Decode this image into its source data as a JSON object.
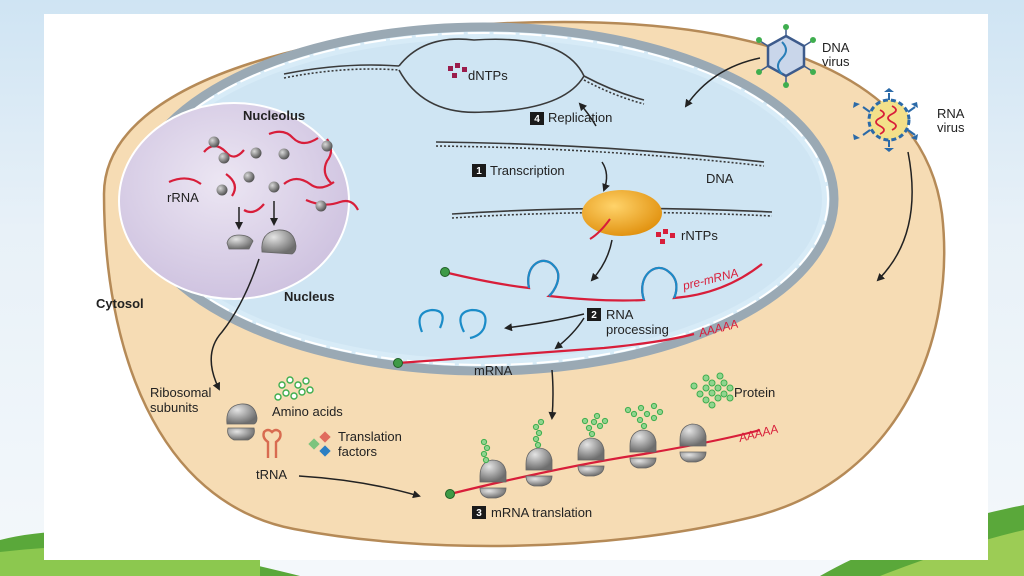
{
  "labels": {
    "nucleolus": "Nucleolus",
    "rrna": "rRNA",
    "nucleus": "Nucleus",
    "cytosol": "Cytosol",
    "dntps": "dNTPs",
    "replication": "Replication",
    "transcription": "Transcription",
    "dna": "DNA",
    "rntps": "rNTPs",
    "pre_mrna": "pre-mRNA",
    "rna_processing_line1": "RNA",
    "rna_processing_line2": "processing",
    "polya_1": "AAAAA",
    "mrna": "mRNA",
    "ribosomal_line1": "Ribosomal",
    "ribosomal_line2": "subunits",
    "amino_acids": "Amino acids",
    "translation_line1": "Translation",
    "translation_line2": "factors",
    "trna": "tRNA",
    "protein": "Protein",
    "polya_2": "AAAAA",
    "mrna_translation": "mRNA translation",
    "dna_virus_line1": "DNA",
    "dna_virus_line2": "virus",
    "rna_virus_line1": "RNA",
    "rna_virus_line2": "virus"
  },
  "steps": {
    "replication": "4",
    "transcription": "1",
    "rna_processing": "2",
    "mrna_translation": "3"
  },
  "colors": {
    "cytosol": "#f6dcb4",
    "cytosol_edge": "#b58a57",
    "nucleus": "#cfe5f3",
    "nucleolus": "#ddd3ea",
    "rna_red": "#d81e3a",
    "rna_blue": "#1b8cc8",
    "bead_green": "#6cc36e",
    "polymerase": "#f2a71b"
  }
}
